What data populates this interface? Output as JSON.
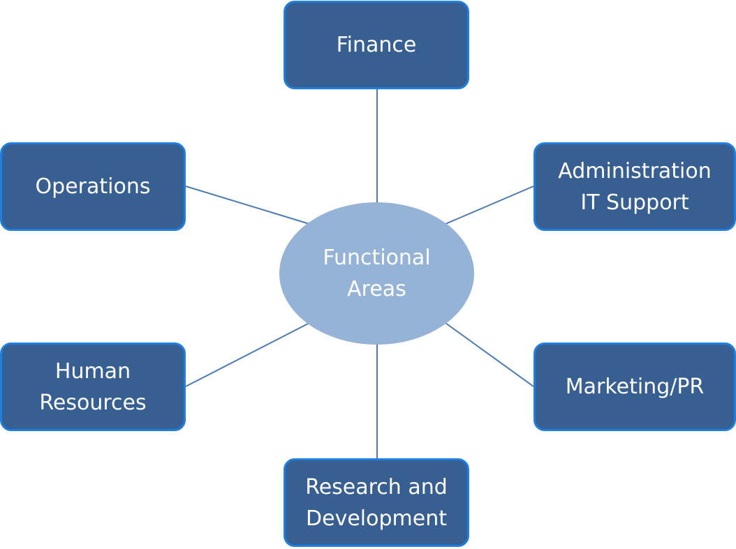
{
  "diagram": {
    "center": {
      "line1": "Functional",
      "line2": "Areas",
      "fill_color": "#95b3d7"
    },
    "connector_color": "#4a7ab5",
    "box_fill_color": "#375f91",
    "box_border_color": "#1f7fe0",
    "nodes": {
      "finance": {
        "line1": "Finance"
      },
      "operations": {
        "line1": "Operations"
      },
      "administration": {
        "line1": "Administration",
        "line2": "IT Support"
      },
      "human_resources": {
        "line1": "Human",
        "line2": "Resources"
      },
      "marketing": {
        "line1": "Marketing/PR"
      },
      "research": {
        "line1": "Research and",
        "line2": "Development"
      }
    }
  }
}
